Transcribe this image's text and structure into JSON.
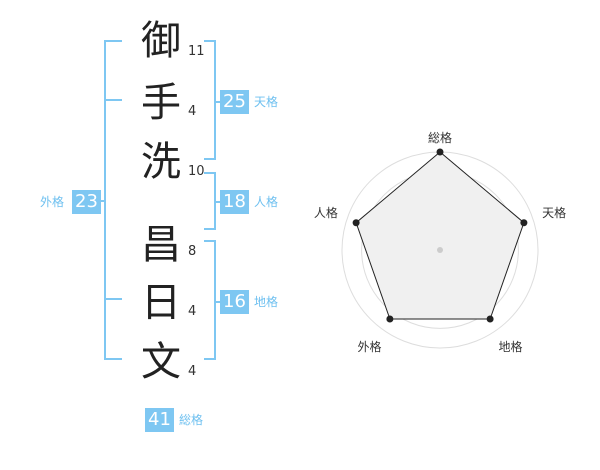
{
  "name_characters": [
    {
      "char": "御",
      "strokes": "11"
    },
    {
      "char": "手",
      "strokes": "4"
    },
    {
      "char": "洗",
      "strokes": "10"
    },
    {
      "char": "昌",
      "strokes": "8"
    },
    {
      "char": "日",
      "strokes": "4"
    },
    {
      "char": "文",
      "strokes": "4"
    }
  ],
  "fortunes": {
    "tenkaku": {
      "label": "天格",
      "value": "25"
    },
    "jinkaku": {
      "label": "人格",
      "value": "18"
    },
    "chikaku": {
      "label": "地格",
      "value": "16"
    },
    "gaikaku": {
      "label": "外格",
      "value": "23"
    },
    "soukaku": {
      "label": "総格",
      "value": "41"
    }
  },
  "radar": {
    "axes": [
      "総格",
      "天格",
      "地格",
      "外格",
      "人格"
    ],
    "values": [
      1.0,
      0.9,
      0.87,
      0.87,
      0.9
    ],
    "colors": {
      "grid": "#dddddd",
      "fill": "#f0f0f0",
      "line": "#222222",
      "point": "#222222",
      "center": "#cccccc"
    }
  }
}
